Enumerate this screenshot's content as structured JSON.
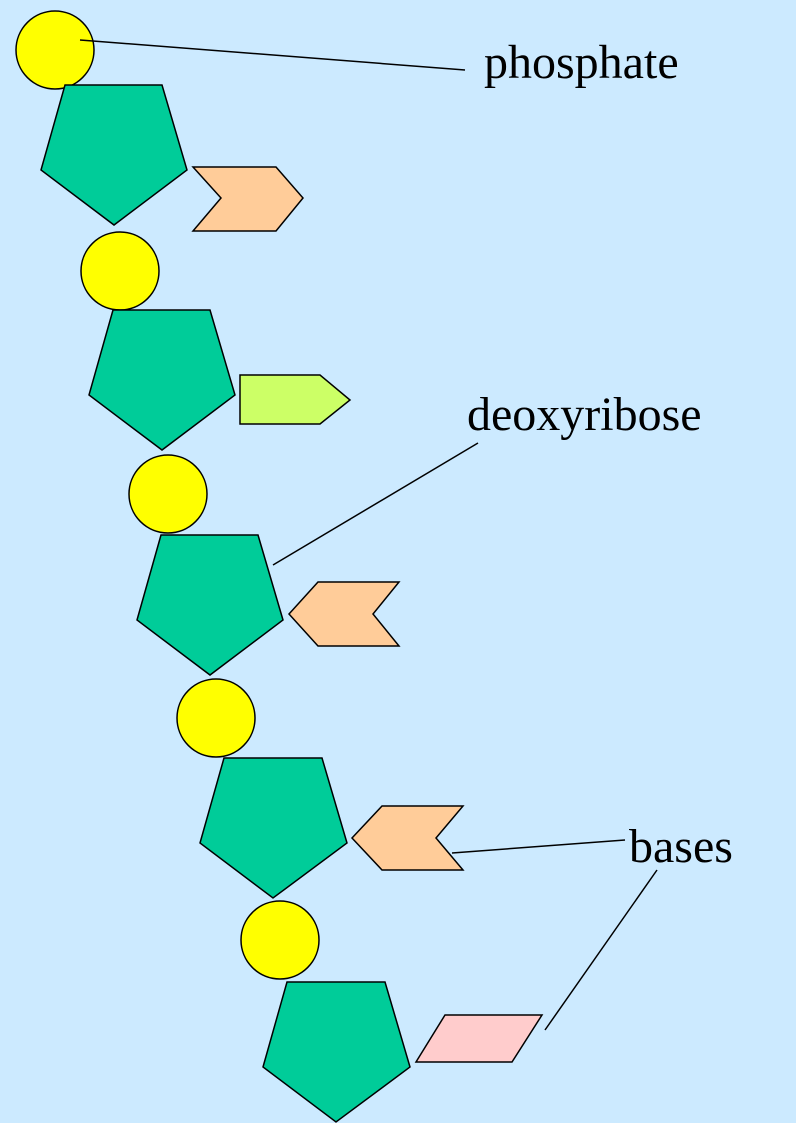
{
  "labels": {
    "phosphate": "phosphate",
    "deoxyribose": "deoxyribose",
    "bases": "bases"
  },
  "colors": {
    "background": "#cceaff",
    "phosphate": "#ffff00",
    "sugar": "#00cc99",
    "base_orange": "#ffcc99",
    "base_green": "#ccff66",
    "base_pink": "#ffcccc"
  }
}
